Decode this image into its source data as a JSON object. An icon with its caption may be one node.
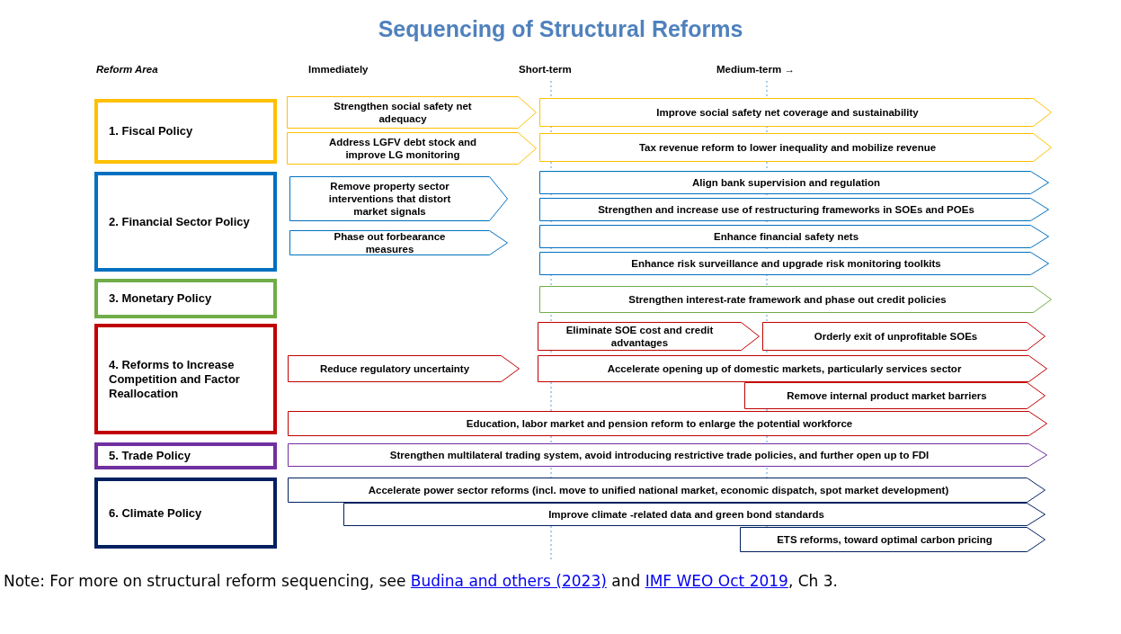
{
  "diagram": {
    "title": "Sequencing of Structural Reforms",
    "nodes": [
      {
        "text": [
          "1. Fiscal Policy"
        ]
      },
      {
        "text": [
          "Strengthen social safety net adequacy"
        ]
      },
      {
        "text": [
          "Improve social safety net coverage and sustainability"
        ]
      },
      {
        "text": [
          "Address LGFV debt stock and improve LG monitoring"
        ]
      },
      {
        "text": [
          "Tax revenue reform to lower inequality and mobilize revenue"
        ]
      },
      {
        "text": [
          "2. Financial Sector Policy"
        ]
      },
      {
        "text": [
          "Remove property sector interventions that distort market signals"
        ]
      },
      {
        "text": [
          "Align bank supervision and regulation"
        ]
      },
      {
        "text": [
          "Strengthen and increase use of restructuring frameworks in SOEs and POEs"
        ]
      },
      {
        "text": [
          "Phase out forbearance measures"
        ]
      },
      {
        "text": [
          "Enhance financial safety nets"
        ]
      },
      {
        "text": [
          "Enhance risk surveillance and upgrade risk monitoring toolkits"
        ]
      },
      {
        "text": [
          "3. Monetary Policy"
        ]
      },
      {
        "text": [
          "Strengthen interest-rate framework and phase out credit policies"
        ]
      },
      {
        "text": [
          "4. Reforms to Increase Competition and Factor Reallocation"
        ]
      },
      {
        "text": [
          "Eliminate SOE cost and credit advantages"
        ]
      },
      {
        "text": [
          "Orderly exit of unprofitable SOEs"
        ]
      },
      {
        "text": [
          "Reduce regulatory uncertainty"
        ]
      },
      {
        "text": [
          "Accelerate opening up of domestic markets, particularly services sector"
        ]
      },
      {
        "text": [
          "Remove internal product market barriers"
        ]
      },
      {
        "text": [
          "Education, labor market and pension reform to enlarge the potential workforce"
        ]
      },
      {
        "text": [
          "5. Trade Policy"
        ]
      },
      {
        "text": [
          "Strengthen multilateral trading system, avoid introducing restrictive trade policies, and further open up to FDI"
        ]
      },
      {
        "text": [
          "6. Climate Policy"
        ]
      },
      {
        "text": [
          "Accelerate power sector reforms (incl. move to unified national market, economic dispatch, spot market development)"
        ]
      },
      {
        "text": [
          "Improve climate -related data and green bond standards"
        ]
      },
      {
        "text": [
          "ETS reforms, toward optimal carbon pricing"
        ]
      }
    ],
    "labels": [
      "Reform Area",
      "Immediately",
      "Short-term",
      "Medium-term →",
      "Note: For more on structural reform sequencing, see",
      "Budina and others (2023)",
      "and",
      "IMF WEO Oct 2019",
      ", Ch 3."
    ]
  }
}
